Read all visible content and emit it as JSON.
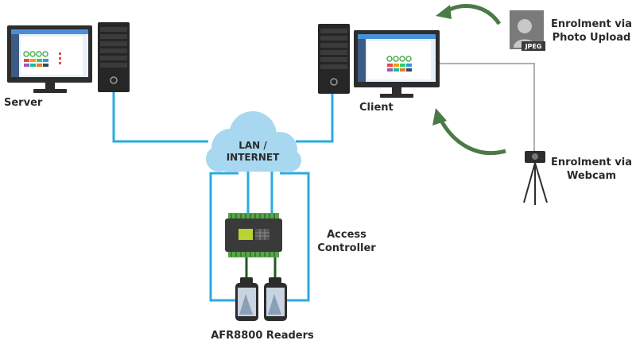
{
  "labels": {
    "server": "Server",
    "client": "Client",
    "network_line1": "LAN /",
    "network_line2": "INTERNET",
    "access_line1": "Access",
    "access_line2": "Controller",
    "readers": "AFR8800 Readers",
    "photo_line1": "Enrolment via",
    "photo_line2": "Photo Upload",
    "webcam_line1": "Enrolment via",
    "webcam_line2": "Webcam",
    "jpeg_tag": "JPEG"
  },
  "colors": {
    "network_line": "#29abe2",
    "cloud": "#a8d8f0",
    "arrow": "#4a7a45",
    "webcam_line": "#b0b0b0",
    "dark": "#2d2d2d"
  }
}
